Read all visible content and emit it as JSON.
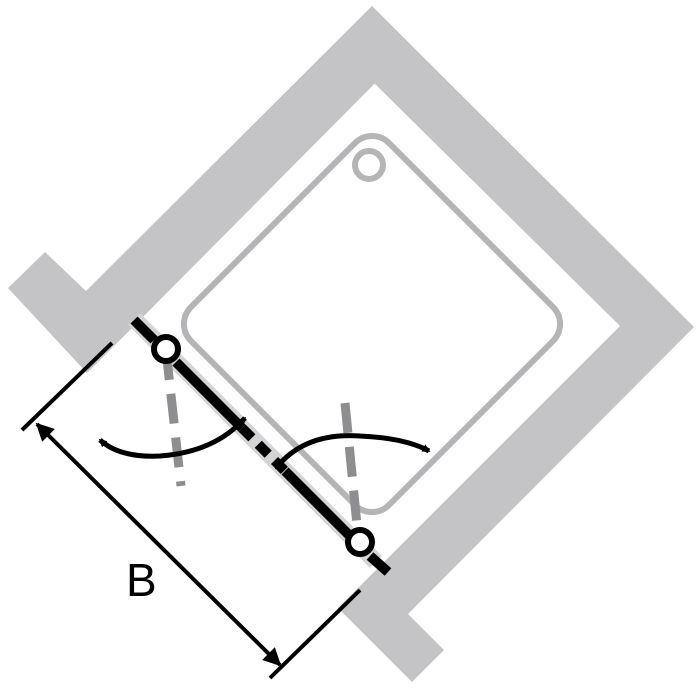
{
  "diagram": {
    "dimension_label": "B",
    "colors": {
      "wall": "#c4c4c6",
      "tray_outline": "#b5b5b7",
      "inner_rail": "#c8c8ca",
      "door_line": "#000000",
      "door_swing_dashes": "#8e8e90",
      "dimension": "#000000",
      "background": "#ffffff"
    },
    "icons": {
      "drain": "circle-outline",
      "hinge": "circle-outline",
      "swing_arrow": "curved-double-arrow"
    }
  }
}
